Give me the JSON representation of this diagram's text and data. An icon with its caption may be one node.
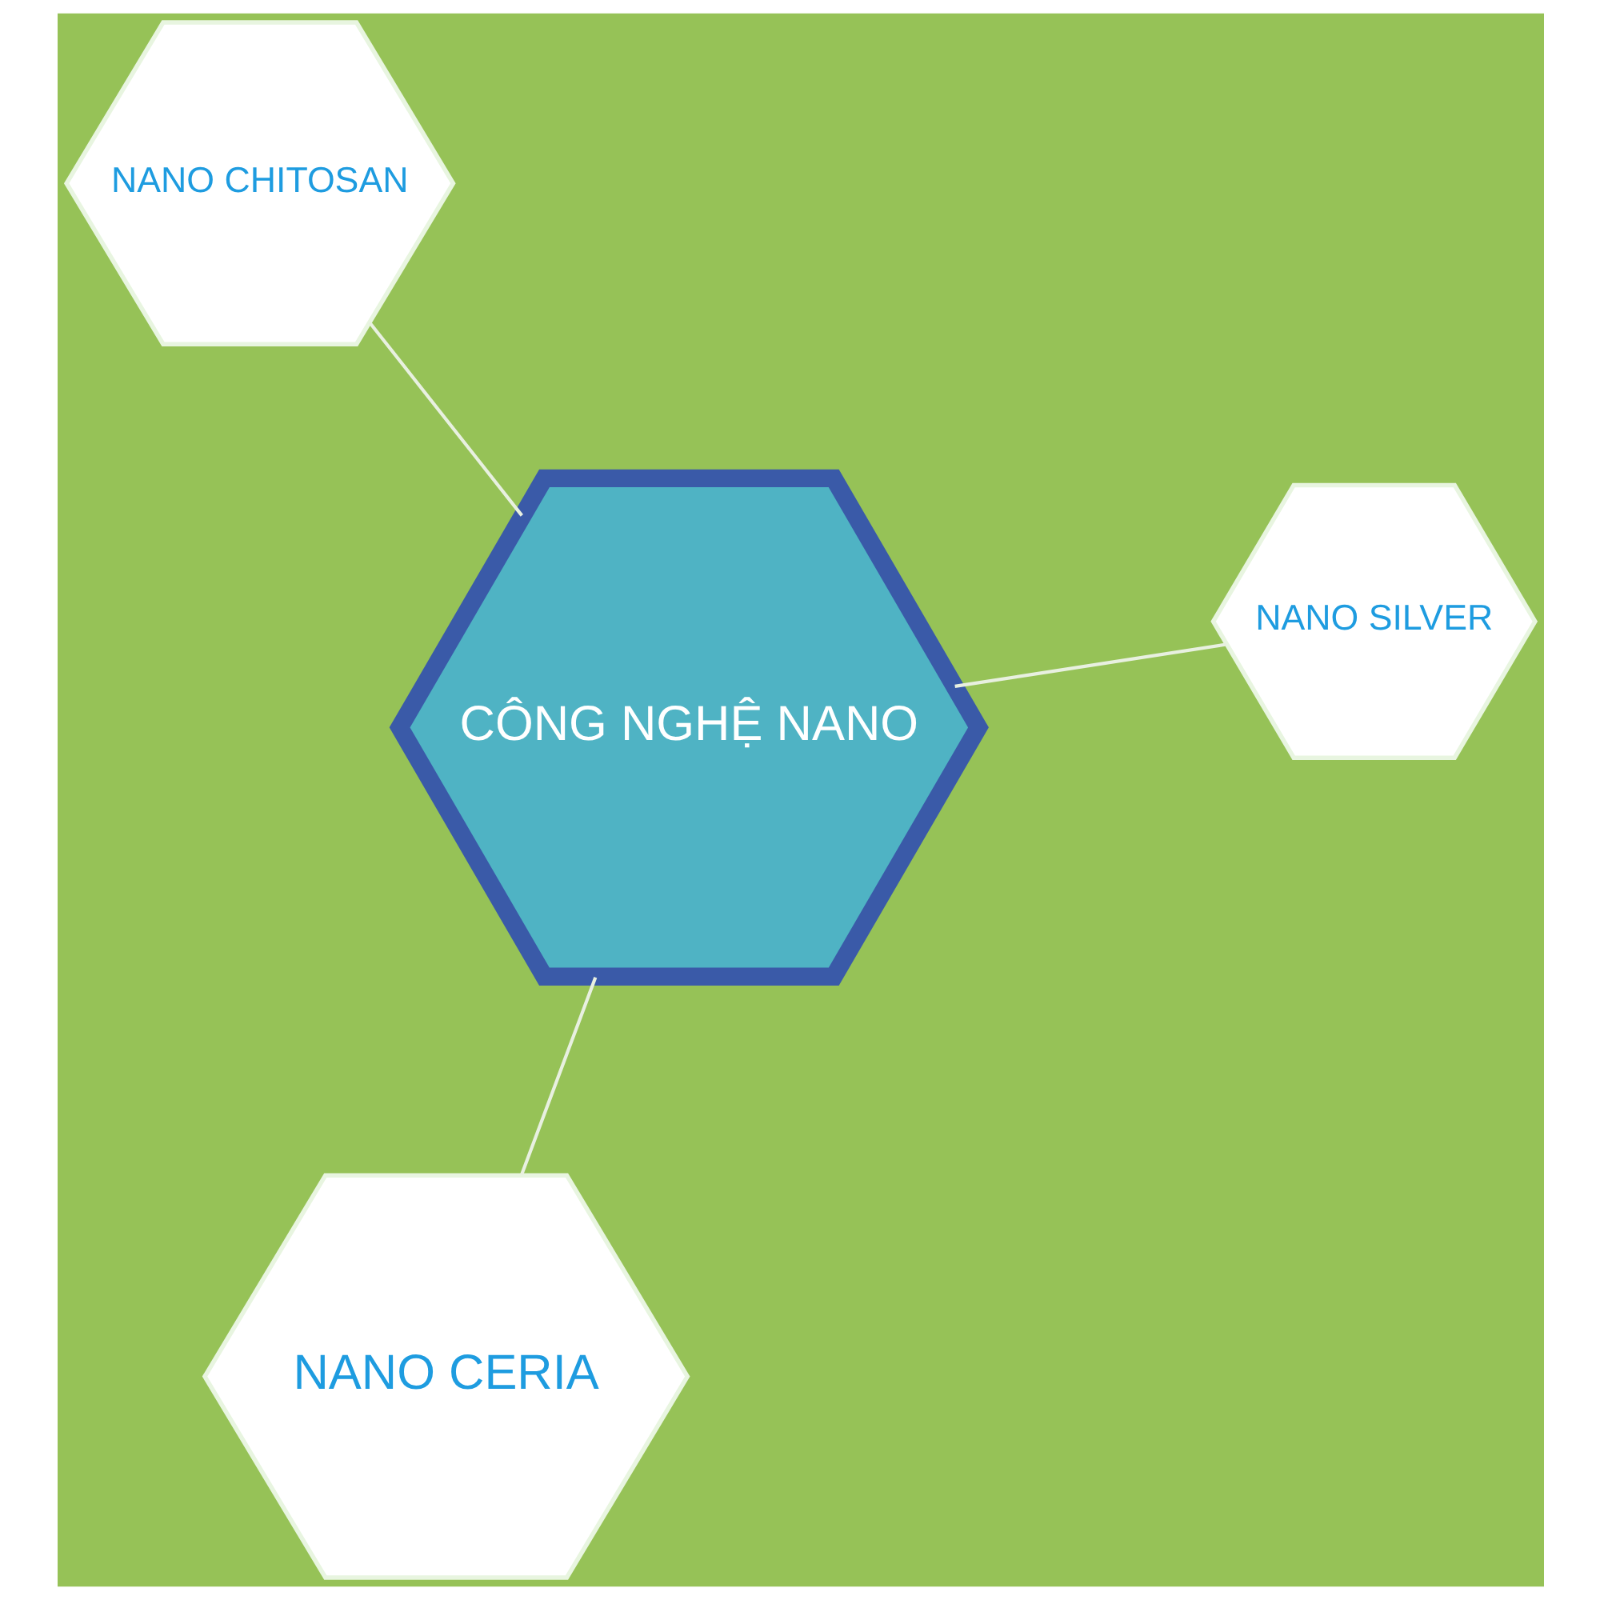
{
  "diagram": {
    "nodes": [
      {
        "text": [
          "CÔNG NGHỆ NANO"
        ]
      },
      {
        "text": [
          "NANO SILVER"
        ]
      },
      {
        "text": [
          "NANO CERIA"
        ]
      },
      {
        "text": [
          "NANO CHITOSAN"
        ]
      }
    ],
    "edges": [
      {
        "from": 0,
        "to": 1,
        "arrow": "none"
      },
      {
        "from": 0,
        "to": 2,
        "arrow": "none"
      },
      {
        "from": 0,
        "to": 3,
        "arrow": "none"
      }
    ]
  }
}
